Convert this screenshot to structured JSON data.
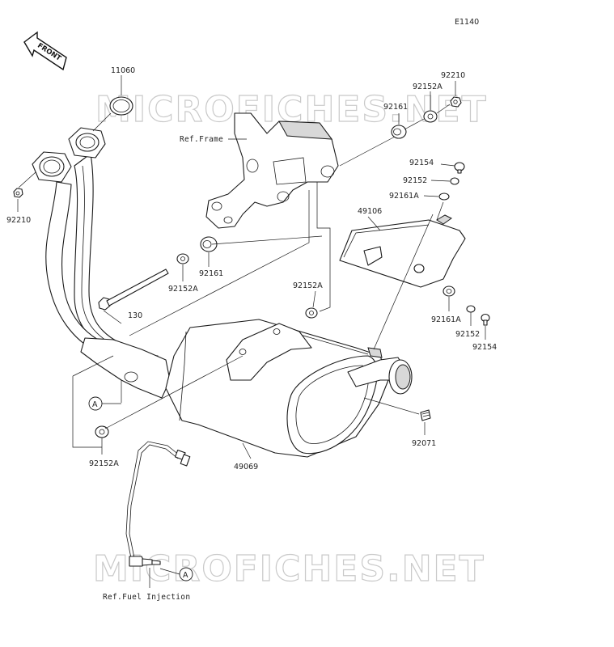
{
  "diagram": {
    "code": "E1140",
    "front_label": "FRONT",
    "watermark": "MICROFICHES.NET",
    "refs": {
      "frame": "Ref.Frame",
      "fuel_injection": "Ref.Fuel Injection"
    },
    "callout_letter": "A",
    "parts": {
      "p11060": "11060",
      "p92210_left": "92210",
      "p92210_right": "92210",
      "p92152a_top": "92152A",
      "p92161_top": "92161",
      "p92154_top": "92154",
      "p92152_top": "92152",
      "p92161a_top": "92161A",
      "p49106": "49106",
      "p92161_mid": "92161",
      "p92152a_mid": "92152A",
      "p130": "130",
      "p92152a_right": "92152A",
      "p92161a_bottom": "92161A",
      "p92152_bottom": "92152",
      "p92154_bottom": "92154",
      "p92071": "92071",
      "p49069": "49069",
      "p92152a_bottom": "92152A"
    }
  }
}
